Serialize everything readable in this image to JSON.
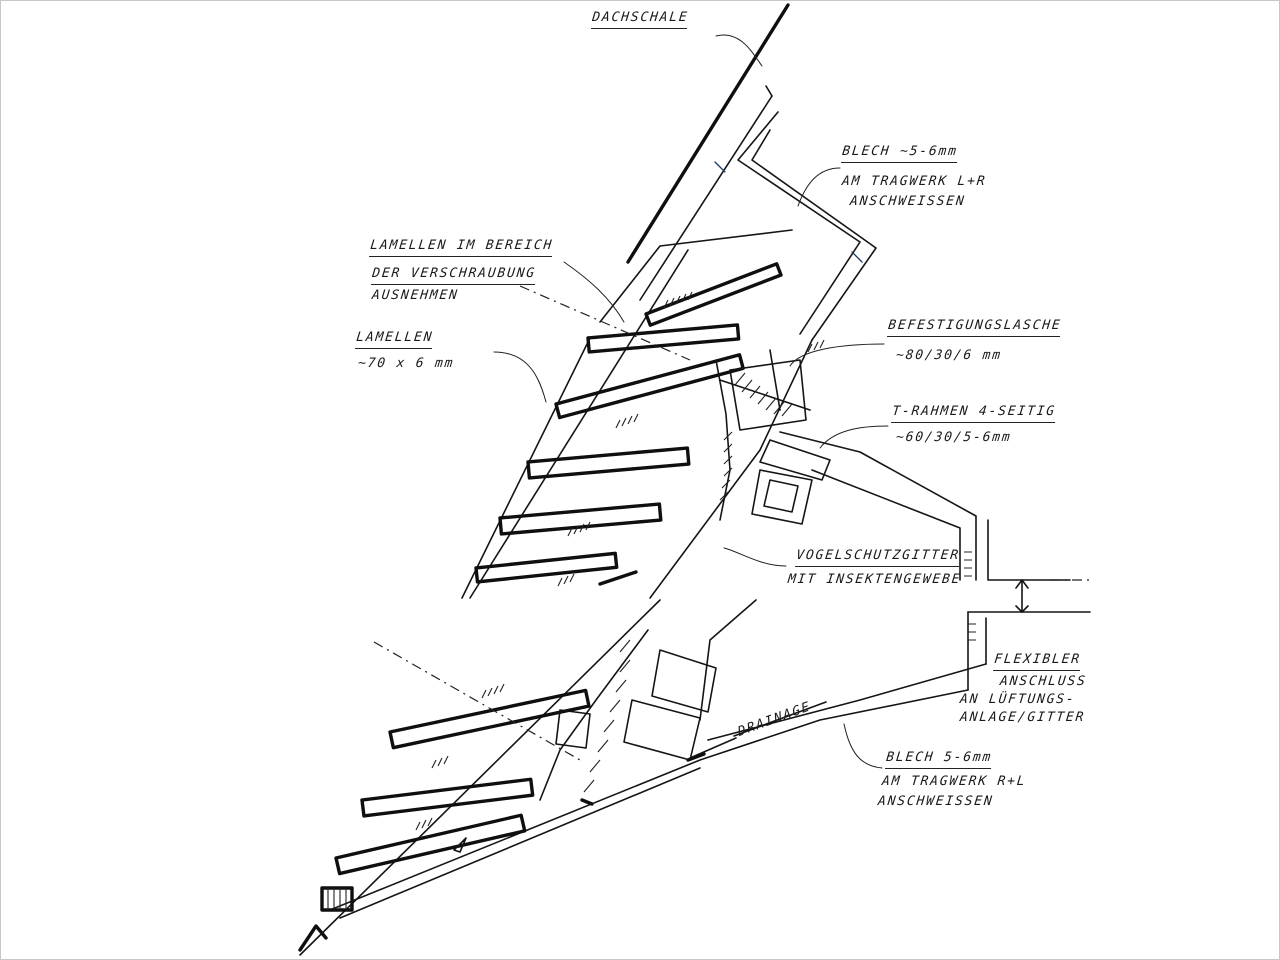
{
  "drawing": {
    "labels": {
      "dachschale": "DACHSCHALE",
      "blech_top_1": "BLECH ~5-6mm",
      "blech_top_2": "AM TRAGWERK L+R",
      "blech_top_3": "ANSCHWEISSEN",
      "lamellen_bereich_1": "LAMELLEN IM BEREICH",
      "lamellen_bereich_2": "DER VERSCHRAUBUNG",
      "lamellen_bereich_3": "AUSNEHMEN",
      "lamellen_1": "LAMELLEN",
      "lamellen_2": "~70 x 6 mm",
      "befestigung_1": "BEFESTIGUNGSLASCHE",
      "befestigung_2": "~80/30/6 mm",
      "trahmen_1": "T-RAHMEN 4-SEITIG",
      "trahmen_2": "~60/30/5-6mm",
      "vogelschutz_1": "VOGELSCHUTZGITTER",
      "vogelschutz_2": "MIT INSEKTENGEWEBE",
      "flexibler_1": "FLEXIBLER",
      "flexibler_2": "ANSCHLUSS",
      "flexibler_3": "AN LÜFTUNGS-",
      "flexibler_4": "ANLAGE/GITTER",
      "drainage": "DRAINAGE",
      "blech_bottom_1": "BLECH 5-6mm",
      "blech_bottom_2": "AM TRAGWERK R+L",
      "blech_bottom_3": "ANSCHWEISSEN"
    },
    "ink_colors": {
      "black": "#151515",
      "blue": "#1c3b6e"
    }
  }
}
